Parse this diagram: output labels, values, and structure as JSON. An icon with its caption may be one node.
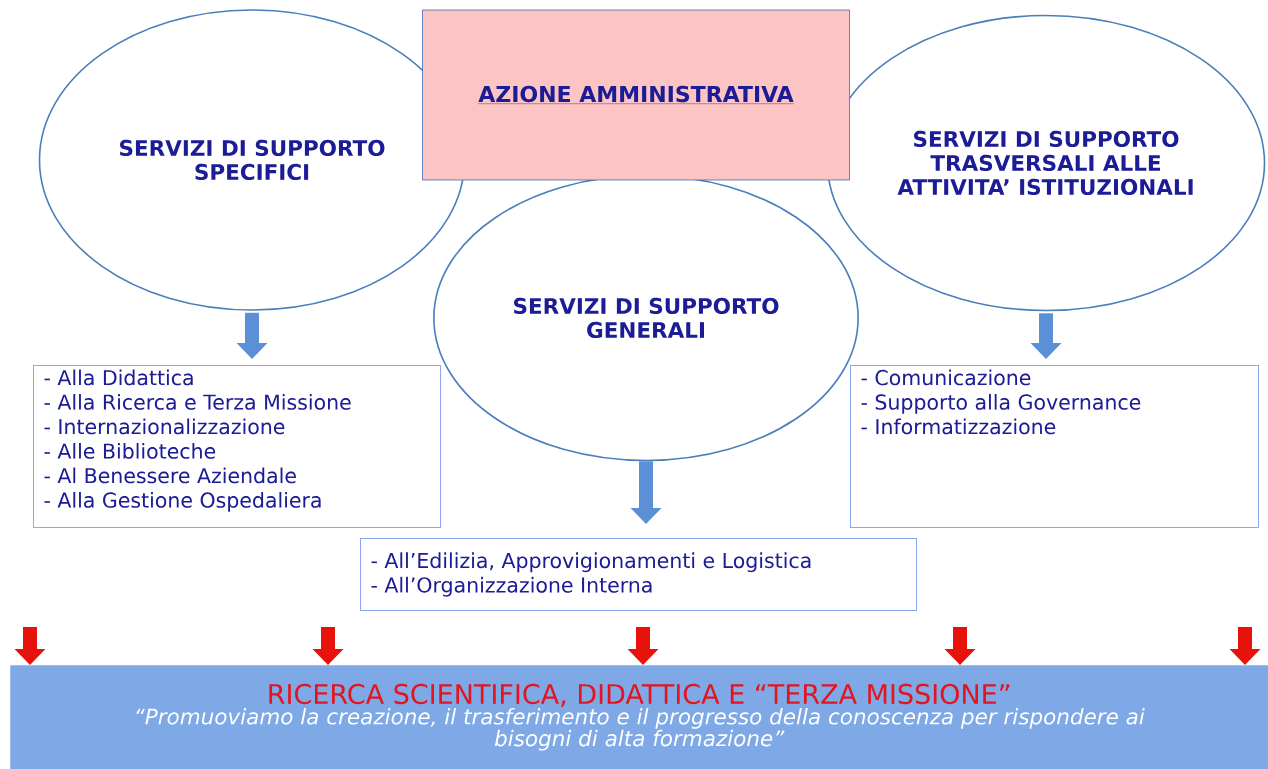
{
  "diagram": {
    "nodes": [
      {
        "text": [
          "SERVIZI DI SUPPORTO SPECIFICI"
        ]
      },
      {
        "text": [
          "AZIONE AMMINISTRATIVA"
        ]
      },
      {
        "text": [
          "SERVIZI DI SUPPORTO TRASVERSALI ALLE ATTIVITA’ ISTITUZIONALI"
        ]
      },
      {
        "text": [
          "SERVIZI DI SUPPORTO GENERALI"
        ]
      },
      {
        "text": [
          "- Alla Didattica",
          "- Alla Ricerca e Terza Missione",
          "- Internazionalizzazione",
          "- Alle Biblioteche",
          "- Al Benessere Aziendale",
          "- Alla Gestione Ospedaliera"
        ]
      },
      {
        "text": [
          "- Comunicazione",
          "- Supporto alla Governance",
          "- Informatizzazione"
        ]
      },
      {
        "text": [
          "- All’Edilizia, Approvigionamenti e Logistica",
          "- All’Organizzazione Interna"
        ]
      },
      {
        "text": [
          "RICERCA SCIENTIFICA, DIDATTICA E “TERZA MISSIONE”",
          "“Promuoviamo la creazione, il trasferimento e il progresso della conoscenza per rispondere ai bisogni di alta formazione”"
        ]
      }
    ],
    "edges": [
      {
        "from": 0,
        "to": 4,
        "arrow": "to",
        "color": "#5b8fd6"
      },
      {
        "from": 2,
        "to": 5,
        "arrow": "to",
        "color": "#5b8fd6"
      },
      {
        "from": 3,
        "to": 6,
        "arrow": "to",
        "color": "#5b8fd6"
      },
      {
        "from": null,
        "to": 7,
        "arrow": "to"
      },
      {
        "from": null,
        "to": 7,
        "arrow": "to"
      },
      {
        "from": null,
        "to": 7,
        "arrow": "to"
      },
      {
        "from": null,
        "to": 7,
        "arrow": "to"
      },
      {
        "from": null,
        "to": 7,
        "arrow": "to"
      }
    ]
  }
}
